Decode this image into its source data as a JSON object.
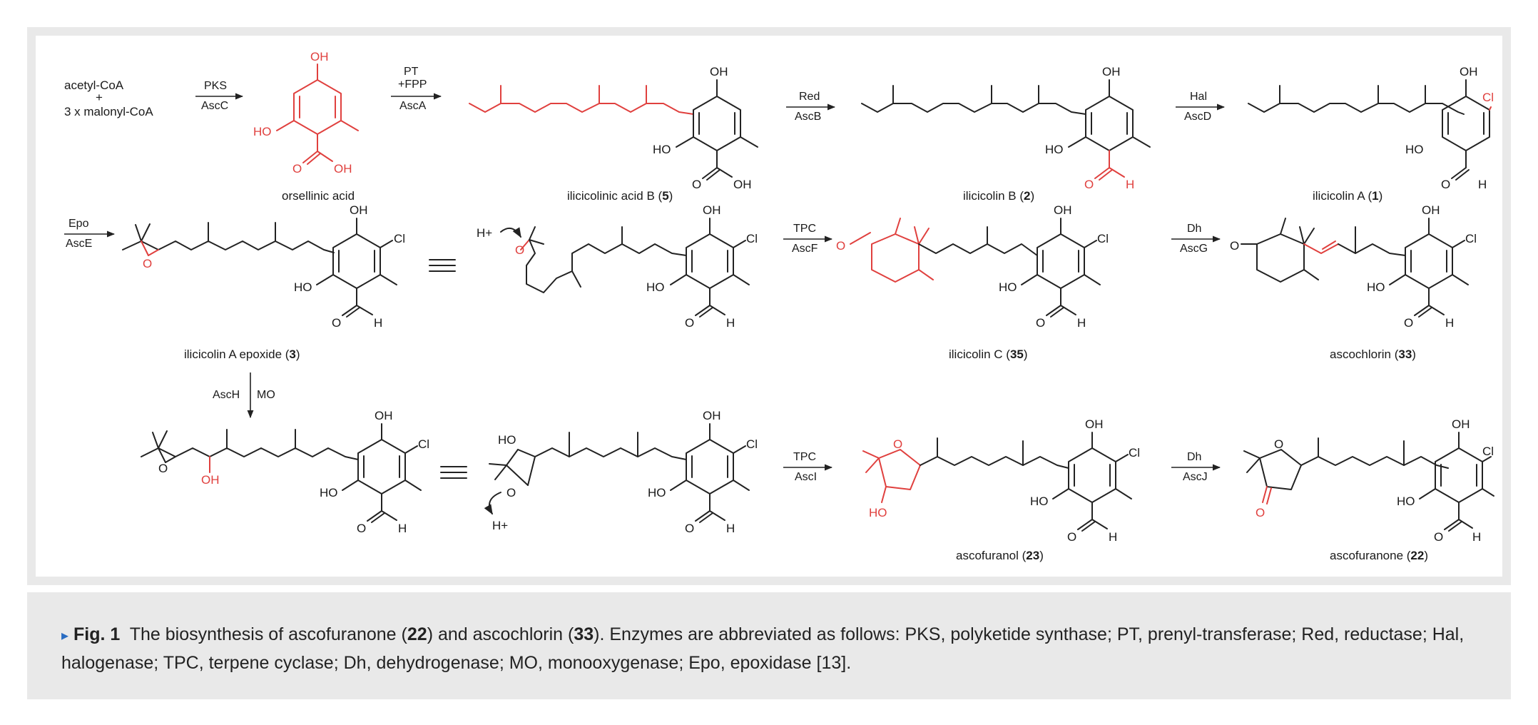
{
  "reagents": {
    "start_line1": "acetyl-CoA",
    "start_plus": "+",
    "start_line2": "3 x malonyl-CoA"
  },
  "enzymes": {
    "pks_top": "PKS",
    "pks_bottom": "AscC",
    "pt_top": "PT",
    "pt_mid": "+FPP",
    "pt_bottom": "AscA",
    "red_top": "Red",
    "red_bottom": "AscB",
    "hal_top": "Hal",
    "hal_bottom": "AscD",
    "epo_top": "Epo",
    "epo_bottom": "AscE",
    "tpc1_top": "TPC",
    "tpc1_bottom": "AscF",
    "dh1_top": "Dh",
    "dh1_bottom": "AscG",
    "asch": "AscH",
    "mo": "MO",
    "tpc2_top": "TPC",
    "tpc2_bottom": "AscI",
    "dh2_top": "Dh",
    "dh2_bottom": "AscJ"
  },
  "compounds": {
    "orsellinic": "orsellinic acid",
    "ilicicolinic_name": "ilicicolinic acid B (",
    "ilicicolinic_num": "5",
    "ilicicolin_b_name": "ilicicolin B (",
    "ilicicolin_b_num": "2",
    "ilicicolin_a_name": "ilicicolin A (",
    "ilicicolin_a_num": "1",
    "epoxide_name": "ilicicolin A epoxide (",
    "epoxide_num": "3",
    "ilicicolin_c_name": "ilicicolin C (",
    "ilicicolin_c_num": "35",
    "ascochlorin_name": "ascochlorin (",
    "ascochlorin_num": "33",
    "ascofuranol_name": "ascofuranol (",
    "ascofuranol_num": "23",
    "ascofuranone_name": "ascofuranone (",
    "ascofuranone_num": "22",
    "close_paren": ")"
  },
  "atoms": {
    "OH": "OH",
    "HO": "HO",
    "O": "O",
    "H": "H",
    "Cl": "Cl",
    "Hplus": "H+"
  },
  "caption": {
    "marker": "▸",
    "fig_label": "Fig. 1",
    "t1": "The biosynthesis of ascofuranone (",
    "n1": "22",
    "t2": ") and ascochlorin (",
    "n2": "33",
    "t3": "). Enzymes are abbreviated as follows: PKS, polyketide synthase; PT, prenyl-transferase; Red, reductase; Hal, halogenase; TPC, terpene cyclase; Dh, dehydrogenase; MO, monooxygenase; Epo, epoxidase [13]."
  },
  "colors": {
    "highlight": "#e0403e",
    "frame": "#e9e9e9",
    "marker": "#2a6cc2"
  }
}
